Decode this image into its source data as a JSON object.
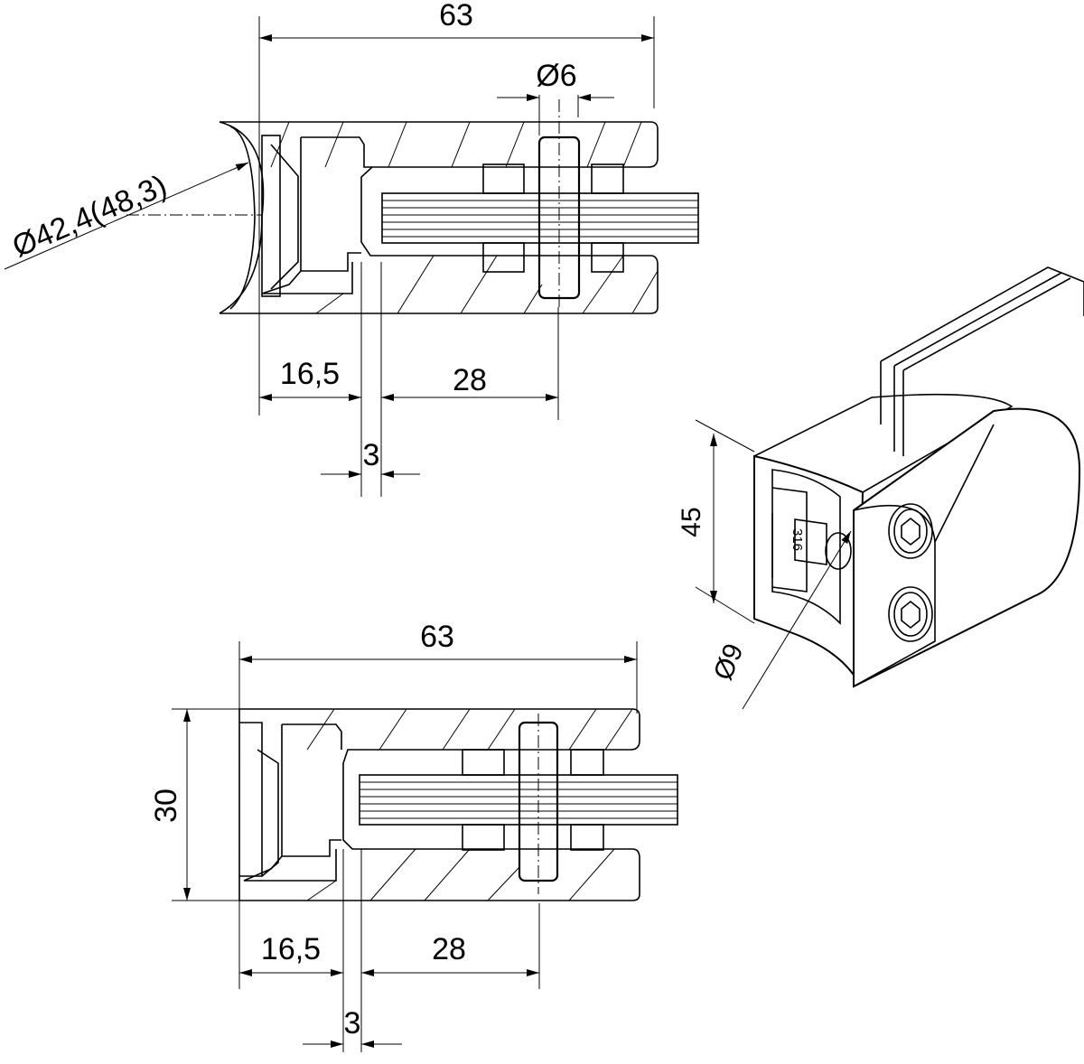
{
  "top_view": {
    "overall_width": "63",
    "hole_diameter": "Ø6",
    "tube_diameter": "Ø42,4(48,3)",
    "offset_left": "16,5",
    "gap": "3",
    "bolt_distance": "28"
  },
  "bottom_view": {
    "overall_width": "63",
    "height": "30",
    "offset_left": "16,5",
    "gap": "3",
    "bolt_distance": "28"
  },
  "iso_view": {
    "height": "45",
    "pin_diameter": "Ø9",
    "material_marking": "316"
  }
}
